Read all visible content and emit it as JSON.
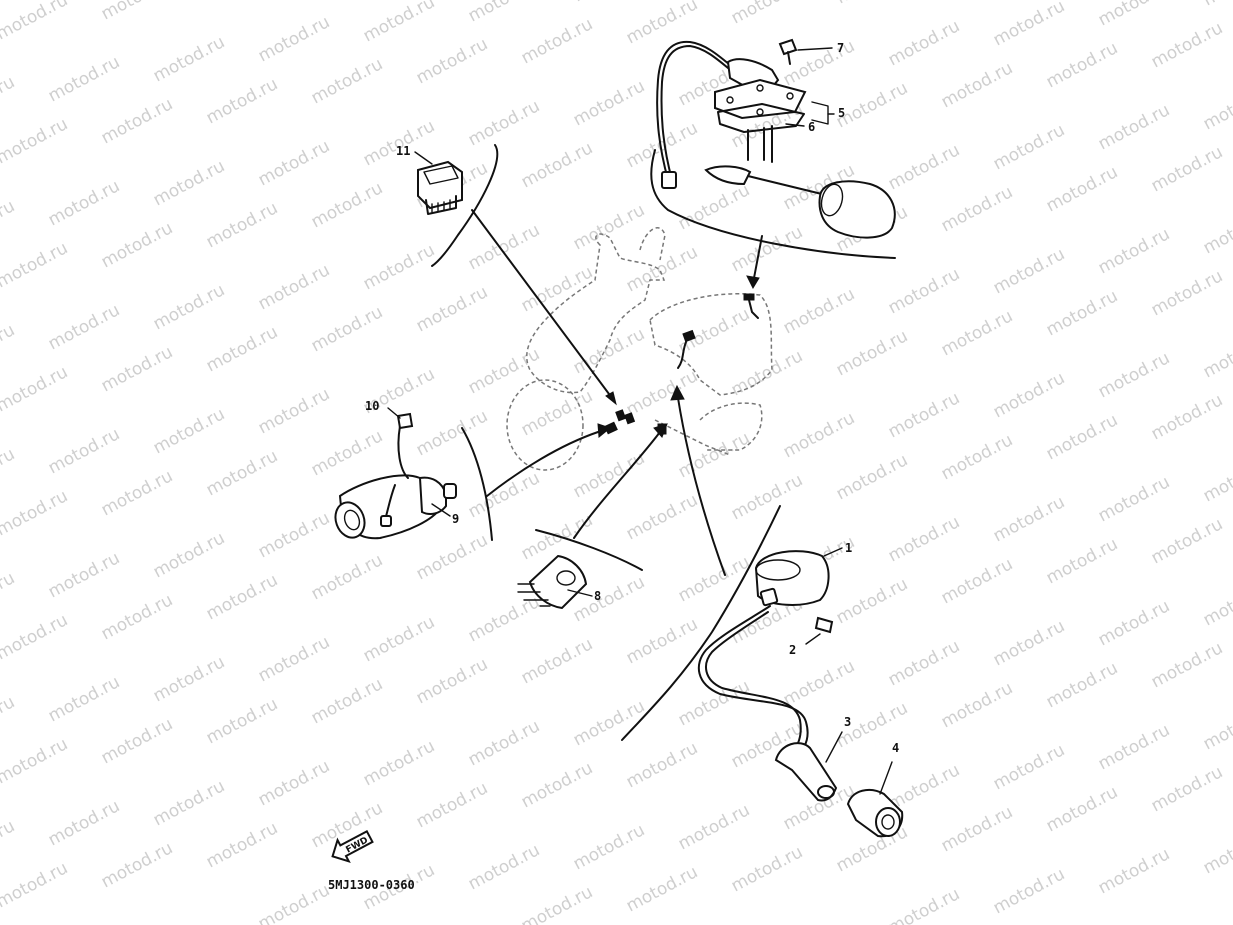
{
  "watermark": {
    "text": "motod.ru",
    "color": "#cfcfcf"
  },
  "diagram_code": "5MJ1300-0360",
  "fwd_label": "FWD",
  "callouts": {
    "p1": "1",
    "p2": "2",
    "p3": "3",
    "p4": "4",
    "p5": "5",
    "p6": "6",
    "p7": "7",
    "p8": "8",
    "p9": "9",
    "p10": "10",
    "p11": "11"
  },
  "colors": {
    "ink": "#111111",
    "background": "#ffffff"
  }
}
